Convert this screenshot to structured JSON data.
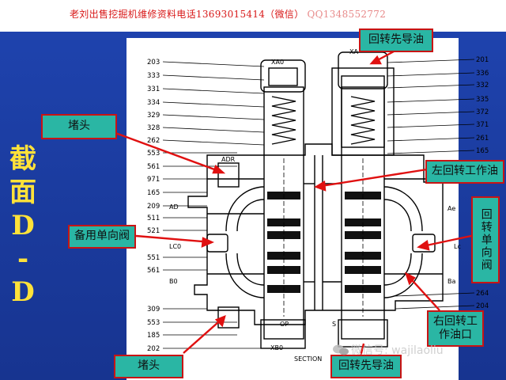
{
  "header": {
    "contact_text": "老刘出售挖掘机维修资料电话13693015414（微信）",
    "contact_faint": "QQ1348552772"
  },
  "side_title": [
    "截",
    "面",
    "D",
    "-",
    "D"
  ],
  "callouts": {
    "pilot_top": "回转先导油",
    "plug_left": "堵头",
    "left_swing_port": "左回转工作油",
    "spare_check_valve": "备用单向阀",
    "swing_check_valve": "回转单向阀",
    "right_swing_port": "右回转工作油口",
    "plug_bottom": "堵头",
    "pilot_bottom": "回转先导油"
  },
  "drawing": {
    "left_numbers": [
      "203",
      "333",
      "331",
      "334",
      "329",
      "328",
      "262",
      "553",
      "561",
      "971",
      "165",
      "209",
      "511",
      "521",
      "551",
      "561",
      "309",
      "553",
      "185",
      "202"
    ],
    "right_numbers": [
      "201",
      "336",
      "332",
      "335",
      "372",
      "371",
      "261",
      "165",
      "264",
      "204"
    ],
    "port_labels": {
      "xa0": "XA0",
      "xa": "XA",
      "adr": "ADR",
      "ad": "AD",
      "ld0": "LC0",
      "b0": "B0",
      "xb0": "XB0",
      "op": "OP",
      "s": "S",
      "ae": "Ae",
      "lc": "Lc",
      "ba": "Ba",
      "section": "SECTION"
    }
  },
  "watermark": "微信号: wajilaoliu",
  "colors": {
    "background": "#1a3a9c",
    "title": "#ffe23a",
    "callout_fill": "#2ab6a4",
    "callout_border": "#c81414",
    "arrow": "#e01010",
    "header_text": "#d81818"
  }
}
